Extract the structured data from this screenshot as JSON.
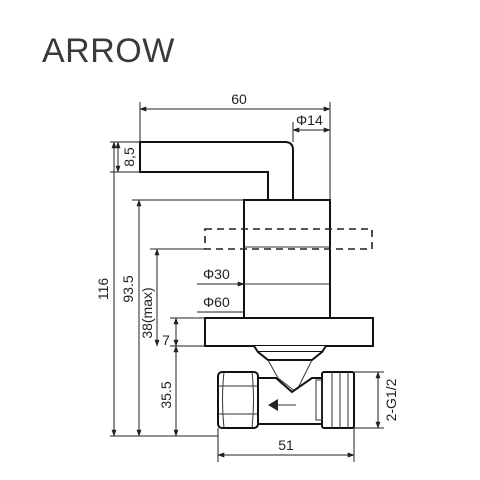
{
  "brand": "ARROW",
  "dimensions": {
    "overall_width": "60",
    "handle_diameter": "Φ14",
    "handle_thickness": "8,5",
    "overall_height": "116",
    "body_height": "93.5",
    "adjust_height": "38(max)",
    "flange_thickness": "7",
    "valve_height": "35.5",
    "inner_diameter": "Φ30",
    "flange_diameter": "Φ60",
    "valve_width": "51",
    "thread": "2-G1/2"
  }
}
